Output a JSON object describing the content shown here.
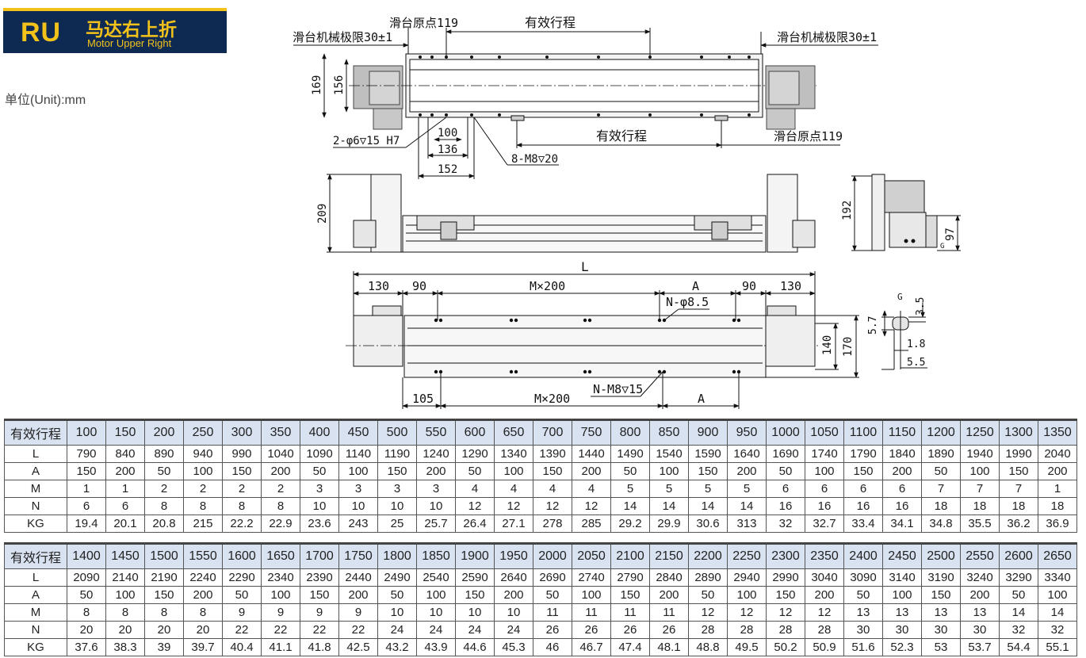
{
  "badge": {
    "code": "RU",
    "title_zh": "马达右上折",
    "title_en": "Motor Upper Right"
  },
  "unit_label": "单位(Unit):mm",
  "top_view": {
    "slide_origin_top": "滑台原点119",
    "effective_stroke_top": "有效行程",
    "mech_limit_left": "滑台机械极限30±1",
    "mech_limit_right": "滑台机械极限30±1",
    "dim_169": "169",
    "dim_156": "156",
    "pin_hole": "2-φ6▽15 H7",
    "dim_100": "100",
    "dim_136": "136",
    "dim_152": "152",
    "screw_holes": "8-M8▽20",
    "effective_stroke_bottom": "有效行程",
    "slide_origin_bottom": "滑台原点119"
  },
  "front_view": {
    "dim_209": "209"
  },
  "side_view": {
    "dim_192": "192",
    "dim_97": "97",
    "label_g": "G"
  },
  "bottom_view": {
    "dim_L": "L",
    "dim_130_left": "130",
    "dim_90_left": "90",
    "dim_m200_top": "M×200",
    "dim_A_top": "A",
    "dim_90_right": "90",
    "dim_130_right": "130",
    "n_phi": "N-φ8.5",
    "dim_140": "140",
    "dim_170": "170",
    "dim_105": "105",
    "dim_m200_bottom": "M×200",
    "n_m8": "N-M8▽15",
    "dim_A_bottom": "A"
  },
  "detail_view": {
    "label_g": "G",
    "dim_3_5": "3.5",
    "dim_5_7": "5.7",
    "dim_1_8": "1.8",
    "dim_5_5": "5.5"
  },
  "table1": {
    "headers": [
      "有效行程",
      "100",
      "150",
      "200",
      "250",
      "300",
      "350",
      "400",
      "450",
      "500",
      "550",
      "600",
      "650",
      "700",
      "750",
      "800",
      "850",
      "900",
      "950",
      "1000",
      "1050",
      "1100",
      "1150",
      "1200",
      "1250",
      "1300",
      "1350"
    ],
    "rows": [
      [
        "L",
        "790",
        "840",
        "890",
        "940",
        "990",
        "1040",
        "1090",
        "1140",
        "1190",
        "1240",
        "1290",
        "1340",
        "1390",
        "1440",
        "1490",
        "1540",
        "1590",
        "1640",
        "1690",
        "1740",
        "1790",
        "1840",
        "1890",
        "1940",
        "1990",
        "2040"
      ],
      [
        "A",
        "150",
        "200",
        "50",
        "100",
        "150",
        "200",
        "50",
        "100",
        "150",
        "200",
        "50",
        "100",
        "150",
        "200",
        "50",
        "100",
        "150",
        "200",
        "50",
        "100",
        "150",
        "200",
        "50",
        "100",
        "150",
        "200"
      ],
      [
        "M",
        "1",
        "1",
        "2",
        "2",
        "2",
        "2",
        "3",
        "3",
        "3",
        "3",
        "4",
        "4",
        "4",
        "4",
        "5",
        "5",
        "5",
        "5",
        "6",
        "6",
        "6",
        "6",
        "7",
        "7",
        "7",
        "1"
      ],
      [
        "N",
        "6",
        "6",
        "8",
        "8",
        "8",
        "8",
        "10",
        "10",
        "10",
        "10",
        "12",
        "12",
        "12",
        "12",
        "14",
        "14",
        "14",
        "14",
        "16",
        "16",
        "16",
        "16",
        "18",
        "18",
        "18",
        "18"
      ],
      [
        "KG",
        "19.4",
        "20.1",
        "20.8",
        "215",
        "22.2",
        "22.9",
        "23.6",
        "243",
        "25",
        "25.7",
        "26.4",
        "27.1",
        "278",
        "285",
        "29.2",
        "29.9",
        "30.6",
        "313",
        "32",
        "32.7",
        "33.4",
        "34.1",
        "34.8",
        "35.5",
        "36.2",
        "36.9"
      ]
    ]
  },
  "table2": {
    "headers": [
      "有效行程",
      "1400",
      "1450",
      "1500",
      "1550",
      "1600",
      "1650",
      "1700",
      "1750",
      "1800",
      "1850",
      "1900",
      "1950",
      "2000",
      "2050",
      "2100",
      "2150",
      "2200",
      "2250",
      "2300",
      "2350",
      "2400",
      "2450",
      "2500",
      "2550",
      "2600",
      "2650"
    ],
    "rows": [
      [
        "L",
        "2090",
        "2140",
        "2190",
        "2240",
        "2290",
        "2340",
        "2390",
        "2440",
        "2490",
        "2540",
        "2590",
        "2640",
        "2690",
        "2740",
        "2790",
        "2840",
        "2890",
        "2940",
        "2990",
        "3040",
        "3090",
        "3140",
        "3190",
        "3240",
        "3290",
        "3340"
      ],
      [
        "A",
        "50",
        "100",
        "150",
        "200",
        "50",
        "100",
        "150",
        "200",
        "50",
        "100",
        "150",
        "200",
        "50",
        "100",
        "150",
        "200",
        "50",
        "100",
        "150",
        "200",
        "50",
        "100",
        "150",
        "200",
        "50",
        "100"
      ],
      [
        "M",
        "8",
        "8",
        "8",
        "8",
        "9",
        "9",
        "9",
        "9",
        "10",
        "10",
        "10",
        "10",
        "11",
        "11",
        "11",
        "11",
        "12",
        "12",
        "12",
        "12",
        "13",
        "13",
        "13",
        "13",
        "14",
        "14"
      ],
      [
        "N",
        "20",
        "20",
        "20",
        "20",
        "22",
        "22",
        "22",
        "22",
        "24",
        "24",
        "24",
        "24",
        "26",
        "26",
        "26",
        "26",
        "28",
        "28",
        "28",
        "28",
        "30",
        "30",
        "30",
        "30",
        "32",
        "32"
      ],
      [
        "KG",
        "37.6",
        "38.3",
        "39",
        "39.7",
        "40.4",
        "41.1",
        "41.8",
        "42.5",
        "43.2",
        "43.9",
        "44.6",
        "45.3",
        "46",
        "46.7",
        "47.4",
        "48.1",
        "48.8",
        "49.5",
        "50.2",
        "50.9",
        "51.6",
        "52.3",
        "53",
        "53.7",
        "54.4",
        "55.1"
      ]
    ]
  }
}
